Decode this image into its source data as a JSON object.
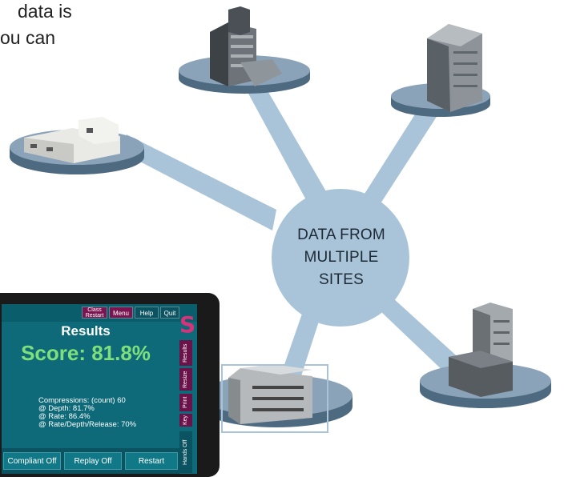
{
  "intro": {
    "line1": "data is",
    "line2": "ou can"
  },
  "hub": {
    "label": "DATA FROM MULTIPLE SITES"
  },
  "sites": [
    {
      "name": "site-top-center"
    },
    {
      "name": "site-top-right"
    },
    {
      "name": "site-left"
    },
    {
      "name": "site-bottom-center"
    },
    {
      "name": "site-bottom-right"
    }
  ],
  "colors": {
    "spoke": "#a9c4d8",
    "hub": "#a9c4d8",
    "platform_top": "#8aa3b8",
    "platform_side": "#4e6a80"
  },
  "tablet": {
    "top_buttons": {
      "class_restart": "Class Restart",
      "menu": "Menu",
      "help": "Help",
      "quit": "Quit"
    },
    "results_title": "Results",
    "score": "Score: 81.8%",
    "stats": [
      "Compressions: (count) 60",
      "@ Depth: 81.7%",
      "@ Rate: 86.4%",
      "@ Rate/Depth/Release: 70%"
    ],
    "side_tabs": {
      "results": "Results",
      "resize": "Resize",
      "print": "Print",
      "key": "Key",
      "hands_off": "Hands Off"
    },
    "bottom_buttons": {
      "compliant": "Compliant Off",
      "replay": "Replay Off",
      "restart": "Restart"
    }
  }
}
